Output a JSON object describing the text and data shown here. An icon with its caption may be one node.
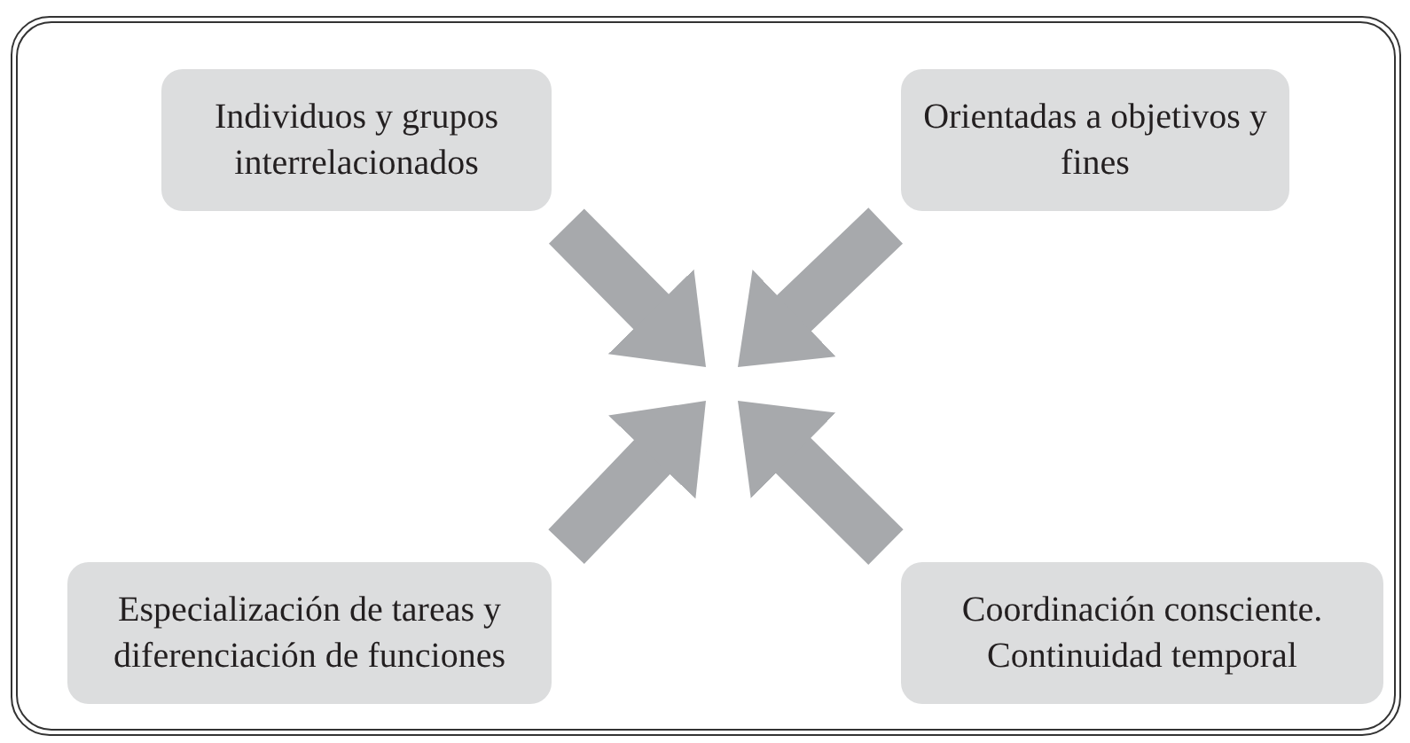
{
  "diagram": {
    "nodes": [
      {
        "text": [
          "Individuos y grupos interrelacionados"
        ]
      },
      {
        "text": [
          "Orientadas a objetivos y fines"
        ]
      },
      {
        "text": [
          "Especialización de tareas y diferenciación de funciones"
        ]
      },
      {
        "text": [
          "Coordinación consciente. Continuidad temporal"
        ]
      }
    ],
    "edges": [
      {
        "from": 0,
        "to": null,
        "arrow": "to"
      },
      {
        "from": 1,
        "to": null,
        "arrow": "to"
      },
      {
        "from": 2,
        "to": null,
        "arrow": "to"
      },
      {
        "from": 3,
        "to": null,
        "arrow": "to"
      }
    ]
  }
}
